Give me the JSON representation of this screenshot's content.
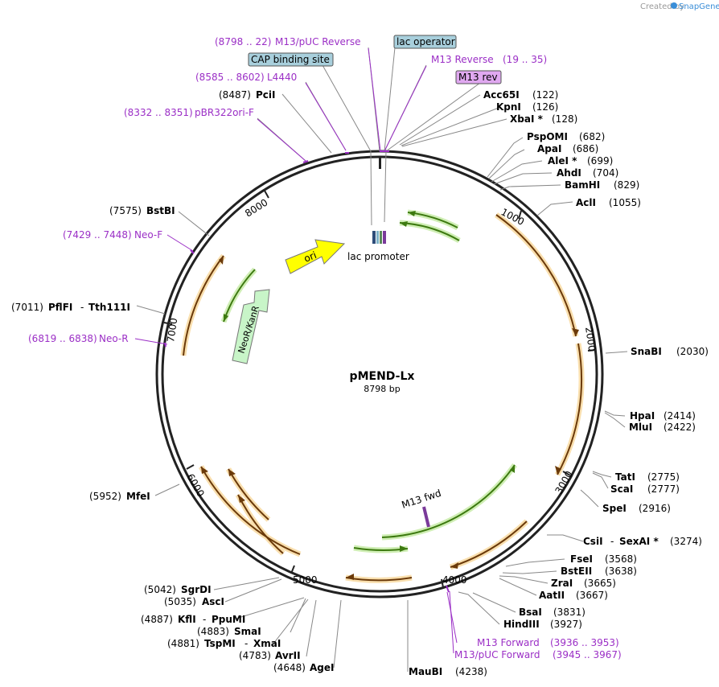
{
  "header": {
    "created_by": "Created by",
    "brand": "SnapGene"
  },
  "plasmid": {
    "name": "pMEND-Lx",
    "length": "8798 bp"
  },
  "tick_labels": [
    "1000",
    "2000",
    "3000",
    "4000",
    "5000",
    "6000",
    "7000",
    "8000"
  ],
  "features": {
    "ori": "ori",
    "neo": "NeoR/KanR",
    "lac_promoter": "lac promoter",
    "m13_fwd": "M13 fwd"
  },
  "boxes": {
    "lac_operator": "lac operator",
    "cap_site": "CAP binding site",
    "m13_rev": "M13 rev"
  },
  "primers": {
    "m13puc_rev_range": "(8798 .. 22)",
    "m13puc_rev_name": "M13/pUC Reverse",
    "m13_reverse_name": "M13 Reverse",
    "m13_reverse_range": "(19 .. 35)",
    "l4440_range": "(8585 .. 8602)",
    "l4440_name": "L4440",
    "pbr_range": "(8332 .. 8351)",
    "pbr_name": "pBR322ori-F",
    "neof_range": "(7429 .. 7448)",
    "neof_name": "Neo-F",
    "neor_range": "(6819 .. 6838)",
    "neor_name": "Neo-R",
    "m13_forward_name": "M13 Forward",
    "m13_forward_range": "(3936 .. 3953)",
    "m13puc_fwd_name": "M13/pUC Forward",
    "m13puc_fwd_range": "(3945 .. 3967)"
  },
  "sites": {
    "acc65i": "Acc65I",
    "acc65i_pos": "(122)",
    "kpni": "KpnI",
    "kpni_pos": "(126)",
    "xbai": "XbaI *",
    "xbai_pos": "(128)",
    "pspomi": "PspOMI",
    "pspomi_pos": "(682)",
    "apai": "ApaI",
    "apai_pos": "(686)",
    "alei": "AleI *",
    "alei_pos": "(699)",
    "ahdi": "AhdI",
    "ahdi_pos": "(704)",
    "bamhi": "BamHI",
    "bamhi_pos": "(829)",
    "acli": "AclI",
    "acli_pos": "(1055)",
    "snabi": "SnaBI",
    "snabi_pos": "(2030)",
    "hpai": "HpaI",
    "hpai_pos": "(2414)",
    "mlui": "MluI",
    "mlui_pos": "(2422)",
    "tati": "TatI",
    "tati_pos": "(2775)",
    "scai": "ScaI",
    "scai_pos": "(2777)",
    "spei": "SpeI",
    "spei_pos": "(2916)",
    "csii": "CsiI",
    "sexai": "SexAI *",
    "csii_pos": "(3274)",
    "fsei": "FseI",
    "fsei_pos": "(3568)",
    "bsteii": "BstEII",
    "bsteii_pos": "(3638)",
    "zrai": "ZraI",
    "zrai_pos": "(3665)",
    "aatii": "AatII",
    "aatii_pos": "(3667)",
    "bsai": "BsaI",
    "bsai_pos": "(3831)",
    "hindiii": "HindIII",
    "hindiii_pos": "(3927)",
    "maubi": "MauBI",
    "maubi_pos": "(4238)",
    "agei": "AgeI",
    "agei_pos": "(4648)",
    "avrii": "AvrII",
    "avrii_pos": "(4783)",
    "tspmi": "TspMI",
    "xmai": "XmaI",
    "tspmi_pos": "(4881)",
    "smai": "SmaI",
    "smai_pos": "(4883)",
    "kfli": "KflI",
    "ppumi": "PpuMI",
    "kfli_pos": "(4887)",
    "asci": "AscI",
    "asci_pos": "(5035)",
    "sgrdi": "SgrDI",
    "sgrdi_pos": "(5042)",
    "mfei": "MfeI",
    "mfei_pos": "(5952)",
    "neor_dash": "-",
    "pflfi": "PflFI",
    "tth": "Tth111I",
    "pflfi_pos": "(7011)",
    "bstbi": "BstBI",
    "bstbi_pos": "(7575)",
    "pcii": "PciI",
    "pcii_pos": "(8487)"
  },
  "colors": {
    "backbone": "#222222",
    "orf": "#e8a33a",
    "orf_arrow": "#a05a14",
    "green_feature": "#4a9a1e",
    "ori": "#ffff00",
    "neo": "#c8f5c8",
    "primer": "#9b2fc6",
    "box_blue": "#a8cfdc",
    "box_purple": "#e0a8f0"
  }
}
